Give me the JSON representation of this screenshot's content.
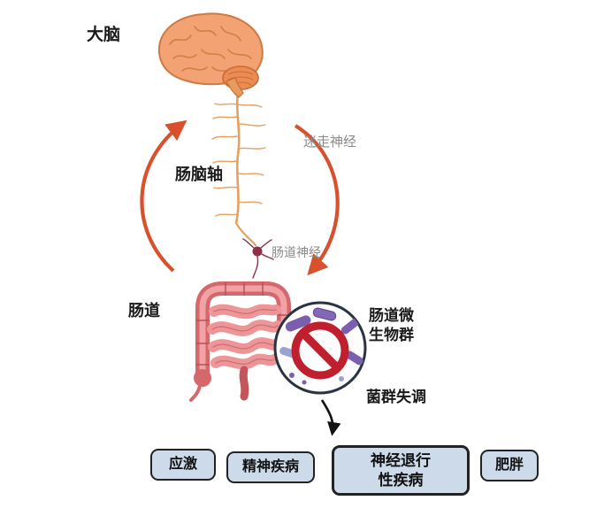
{
  "labels": {
    "brain": "大脑",
    "vagus_nerve": "迷走神经",
    "gut_brain_axis": "肠脑轴",
    "enteric_nerve": "肠道神经",
    "gut": "肠道",
    "gut_microbiota": "肠道微\n生物群",
    "dysbiosis": "菌群失调"
  },
  "outcomes": [
    {
      "label": "应激"
    },
    {
      "label": "精神疾病"
    },
    {
      "label": "神经退行\n性疾病"
    },
    {
      "label": "肥胖"
    }
  ],
  "colors": {
    "arrow": "#d8502c",
    "brain": "#f2a273",
    "intestine": "#d4686c",
    "microbe": "#7b5fae",
    "prohibition": "#c01f2d",
    "outcome_box_bg": "#ccdae9",
    "outcome_box_border": "#222222",
    "nerve_label_gray": "#8a8a8a"
  }
}
